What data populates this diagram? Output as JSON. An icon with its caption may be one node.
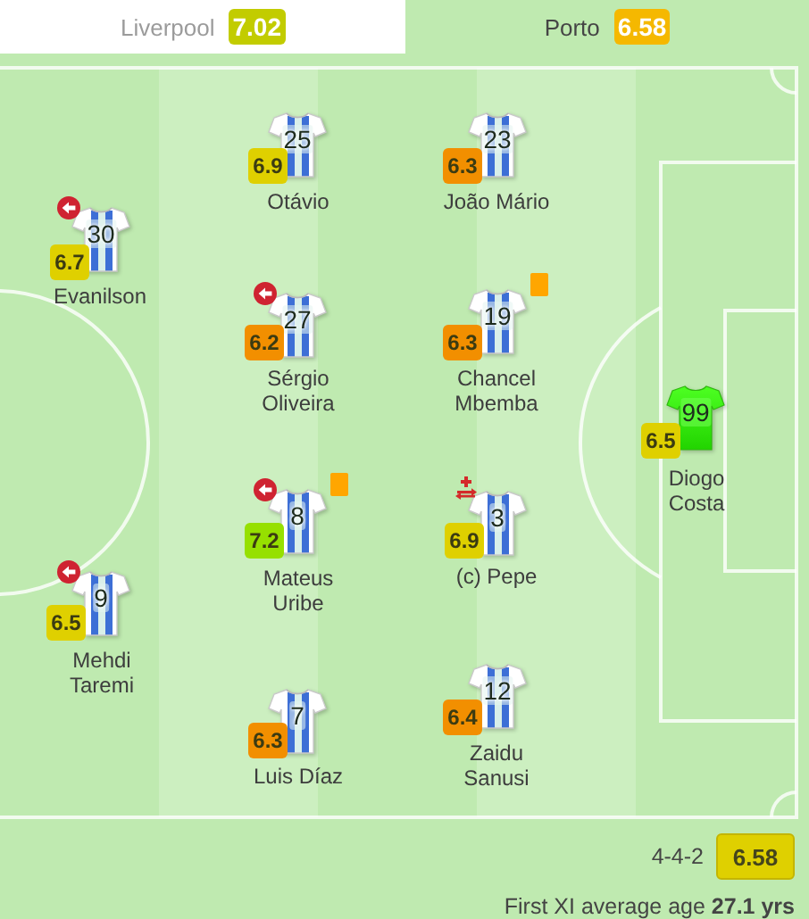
{
  "diagram": {
    "nodes": [
      {
        "text": [
          "Liverpool"
        ]
      },
      {
        "text": [
          "7.02"
        ],
        "in": 0
      },
      {
        "text": [
          "Porto"
        ]
      },
      {
        "text": [
          "6.58"
        ],
        "in": 2
      },
      {
        "text": [
          "25"
        ],
        "beside": [
          "Otávio"
        ]
      },
      {
        "text": [
          "6.9"
        ]
      },
      {
        "text": [
          "23"
        ],
        "beside": [
          "João Mário"
        ]
      },
      {
        "text": [
          "6.3"
        ]
      },
      {
        "text": [
          "30"
        ],
        "beside": [
          "Evanilson"
        ]
      },
      {
        "text": [
          "6.7"
        ]
      },
      {
        "text": [
          "27"
        ],
        "beside": [
          "Sérgio Oliveira"
        ]
      },
      {
        "text": [
          "6.2"
        ]
      },
      {
        "text": [
          "19"
        ],
        "beside": [
          "Chancel Mbemba"
        ]
      },
      {
        "text": [
          "6.3"
        ]
      },
      {
        "text": [
          "99"
        ],
        "beside": [
          "Diogo Costa"
        ]
      },
      {
        "text": [
          "6.5"
        ]
      },
      {
        "text": [
          "8"
        ],
        "beside": [
          "Mateus Uribe"
        ]
      },
      {
        "text": [
          "7.2"
        ]
      },
      {
        "text": [
          "3"
        ],
        "beside": [
          "(c) Pepe"
        ]
      },
      {
        "text": [
          "6.9"
        ]
      },
      {
        "text": [
          "9"
        ],
        "beside": [
          "Mehdi Taremi"
        ]
      },
      {
        "text": [
          "6.5"
        ]
      },
      {
        "text": [
          "7"
        ],
        "beside": [
          "Luis Díaz"
        ]
      },
      {
        "text": [
          "6.3"
        ]
      },
      {
        "text": [
          "12"
        ],
        "beside": [
          "Zaidu Sanusi"
        ]
      },
      {
        "text": [
          "6.4"
        ]
      },
      {
        "text": [
          "6.58"
        ],
        "beside": [
          "4-4-2"
        ]
      }
    ],
    "labels": [
      "First XI average age **27.1 yrs**"
    ]
  }
}
